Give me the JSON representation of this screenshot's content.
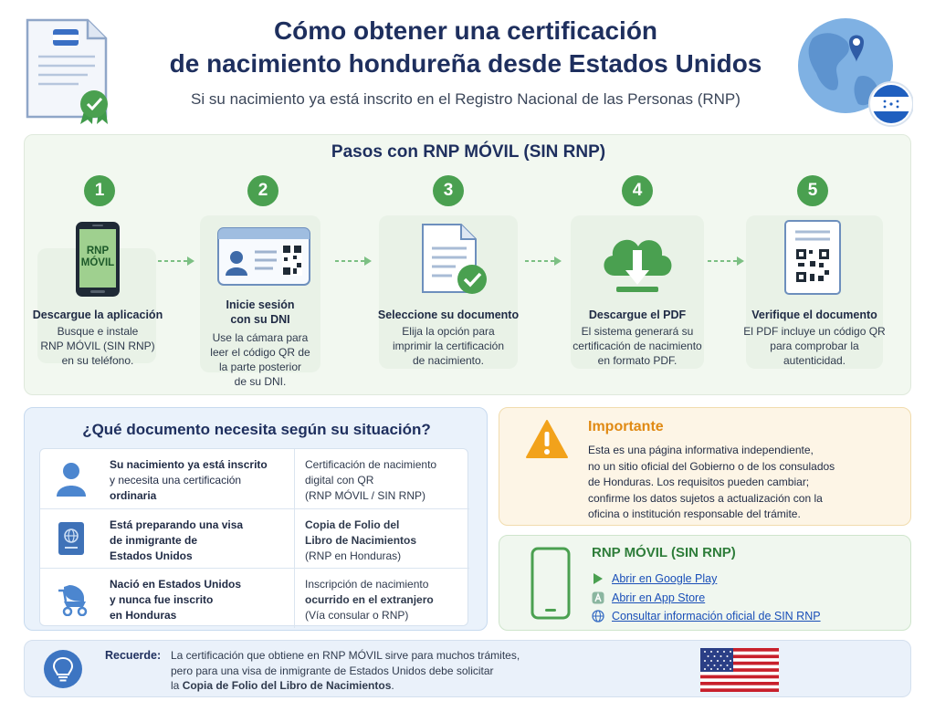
{
  "header": {
    "title_line1": "Cómo obtener una certificación",
    "title_line2": "de nacimiento hondureña desde Estados Unidos",
    "subtitle": "Si su nacimiento ya está inscrito en el Registro Nacional de las Personas (RNP)"
  },
  "steps_panel": {
    "title": "Pasos con RNP MÓVIL (SIN RNP)",
    "steps": [
      {
        "number": "1",
        "icon": "smartphone-icon",
        "icon_text_1": "RNP",
        "icon_text_2": "MÓVIL",
        "title_1": "Descargue la aplicación",
        "title_2": "",
        "desc_1": "Busque e instale",
        "desc_2": "RNP MÓVIL (SIN RNP)",
        "desc_3": "en su teléfono.",
        "desc_4": ""
      },
      {
        "number": "2",
        "icon": "id-card-icon",
        "title_1": "Inicie sesión",
        "title_2": "con su DNI",
        "desc_1": "Use la cámara para",
        "desc_2": "leer el código QR de",
        "desc_3": "la parte posterior",
        "desc_4": "de su DNI."
      },
      {
        "number": "3",
        "icon": "document-check-icon",
        "title_1": "Seleccione su documento",
        "title_2": "",
        "desc_1": "Elija la opción para",
        "desc_2": "imprimir la certificación",
        "desc_3": "de nacimiento.",
        "desc_4": ""
      },
      {
        "number": "4",
        "icon": "cloud-download-icon",
        "title_1": "Descargue el PDF",
        "title_2": "",
        "desc_1": "El sistema generará su",
        "desc_2": "certificación de nacimiento",
        "desc_3": "en formato PDF.",
        "desc_4": ""
      },
      {
        "number": "5",
        "icon": "qr-document-icon",
        "title_1": "Verifique el documento",
        "title_2": "",
        "desc_1": "El PDF incluye un código QR",
        "desc_2": "para comprobar la",
        "desc_3": "autenticidad.",
        "desc_4": ""
      }
    ]
  },
  "situations": {
    "title": "¿Qué documento necesita según su situación?",
    "rows": [
      {
        "icon": "person-icon",
        "left_1": "Su nacimiento ya está inscrito",
        "left_2": "y necesita una certificación",
        "left_3": "ordinaria",
        "right_1": "Certificación de nacimiento",
        "right_2": "digital con QR",
        "right_3": "(RNP MÓVIL / SIN RNP)"
      },
      {
        "icon": "passport-icon",
        "left_1": "Está preparando una visa",
        "left_2": "de inmigrante de",
        "left_3": "Estados Unidos",
        "right_1": "Copia de Folio del",
        "right_2": "Libro de Nacimientos",
        "right_3": "(RNP en Honduras)"
      },
      {
        "icon": "baby-stroller-icon",
        "left_1": "Nació en Estados Unidos",
        "left_2": "y nunca fue inscrito",
        "left_3": "en Honduras",
        "right_1": "Inscripción de nacimiento",
        "right_2": "ocurrido en el extranjero",
        "right_3": "(Vía consular o RNP)"
      }
    ]
  },
  "important": {
    "title": "Importante",
    "lines": [
      "Esta es una página informativa independiente,",
      "no un sitio oficial del Gobierno o de los consulados",
      "de Honduras. Los requisitos pueden cambiar;",
      "confirme los datos sujetos a actualización con la",
      "oficina o institución responsable del trámite."
    ]
  },
  "rnp_movil": {
    "title": "RNP MÓVIL (SIN RNP)",
    "links": [
      {
        "label": "Abrir en Google Play",
        "icon": "google-play-icon"
      },
      {
        "label": "Abrir en App Store",
        "icon": "app-store-icon"
      },
      {
        "label": "Consultar información oficial de SIN RNP",
        "icon": "globe-icon"
      }
    ]
  },
  "reminder": {
    "label": "Recuerde:",
    "line1": "La certificación que obtiene en RNP MÓVIL sirve para muchos trámites,",
    "line2": "pero para una visa de inmigrante de Estados Unidos debe solicitar",
    "line3_prefix": "la ",
    "line3_bold": "Copia de Folio del Libro de Nacimientos",
    "line3_suffix": "."
  },
  "colors": {
    "title": "#1e2f5e",
    "step_green": "#4aa050",
    "important_orange": "#e08a14",
    "link_blue": "#1a4fb8",
    "honduras_blue": "#1f5fbf"
  }
}
